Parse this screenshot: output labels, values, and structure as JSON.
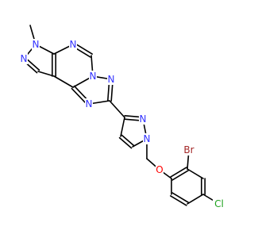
{
  "colors": {
    "background": "#ffffff",
    "bond": "#000000",
    "N": "#3333ff",
    "Br": "#a52a2a",
    "Cl": "#1fa31f",
    "O": "#ff0000",
    "C": "#000000"
  },
  "atom_labels": {
    "n_methyl": "N",
    "n_pyrim_top": "N",
    "n_pyrazole1": "N",
    "n_pyrim_right": "N",
    "n_triazole_top": "N",
    "n_triazole_left": "N",
    "n_pz2_ring": "N",
    "n_pz2_sub": "N",
    "br": "Br",
    "o": "O",
    "cl": "Cl"
  }
}
